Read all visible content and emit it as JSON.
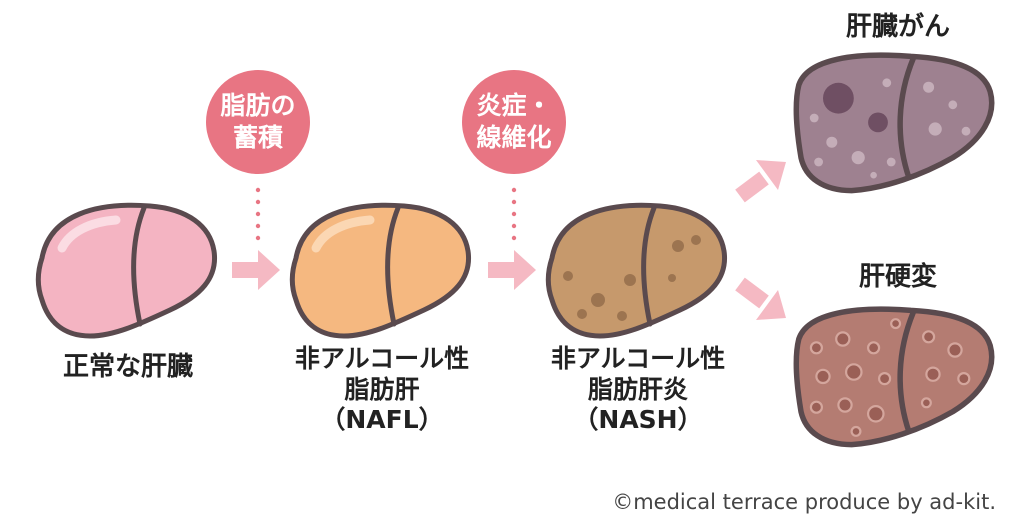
{
  "stages": {
    "normal": {
      "label": [
        "正常な肝臓"
      ]
    },
    "nafl": {
      "label": [
        "非アルコール性",
        "脂肪肝",
        "（NAFL）"
      ]
    },
    "nash": {
      "label": [
        "非アルコール性",
        "脂肪肝炎",
        "（NASH）"
      ]
    },
    "cancer": {
      "label": [
        "肝臓がん"
      ]
    },
    "cirrhosis": {
      "label": [
        "肝硬変"
      ]
    }
  },
  "processes": {
    "fat_accumulation": {
      "label": [
        "脂肪の",
        "蓄積"
      ]
    },
    "inflammation_fibrosis": {
      "label": [
        "炎症・",
        "線維化"
      ]
    }
  },
  "credit": "©medical terrace produce by ad-kit.",
  "colors": {
    "outline": "#5a4a4e",
    "normal_fill": "#f4b4c2",
    "nafl_fill": "#f5b880",
    "nash_fill": "#c6996c",
    "cancer_fill": "#9e8190",
    "cirrhosis_fill": "#b47c72",
    "accent_pink": "#e87583",
    "arrow_pink": "#f5b9c3"
  }
}
